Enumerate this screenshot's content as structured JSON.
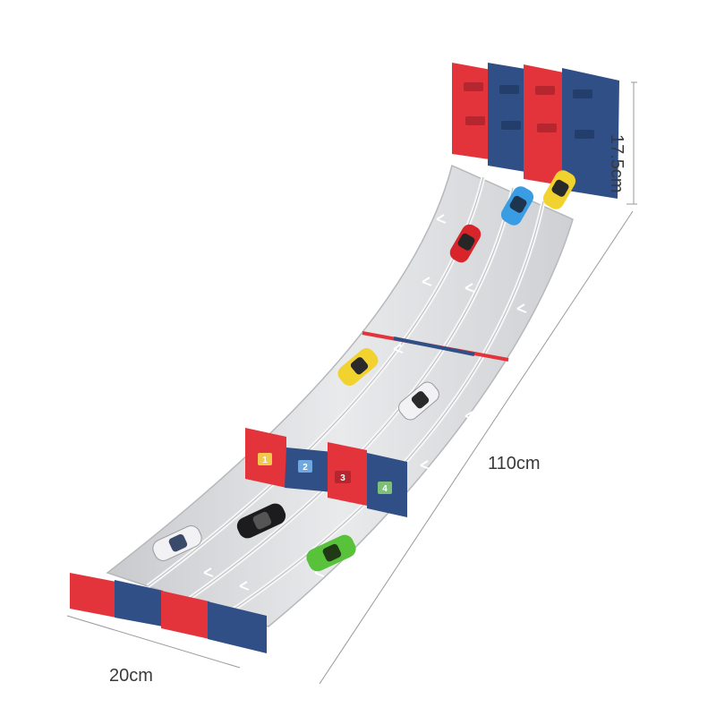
{
  "dimensions": {
    "height": "17.5cm",
    "length": "110cm",
    "width": "20cm"
  },
  "gates": {
    "lane1": "1",
    "lane2": "2",
    "lane3": "3",
    "lane4": "4"
  },
  "colors": {
    "red": "#e3343c",
    "blue": "#2f4f86",
    "track": "#dcdde0"
  }
}
